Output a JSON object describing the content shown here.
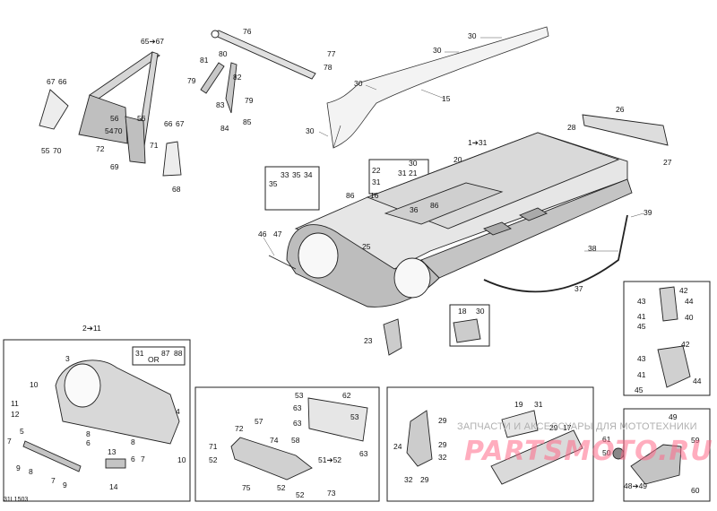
{
  "diagram": {
    "code": "31L1503",
    "watermark_text": "ЗАПЧАСТИ И АКСЕССУАРЫ ДЛЯ МОТОТЕХНИКИ",
    "watermark_site": "PARTSMOTO.RU",
    "callouts": {
      "c_65_67": "65➔67",
      "c_67a": "67",
      "c_66a": "66",
      "c_56a": "56",
      "c_54": "54",
      "c_70a": "70",
      "c_56b": "56",
      "c_66b": "66",
      "c_67b": "67",
      "c_55": "55",
      "c_70b": "70",
      "c_72a": "72",
      "c_71a": "71",
      "c_69": "69",
      "c_68": "68",
      "c_76": "76",
      "c_81": "81",
      "c_80": "80",
      "c_79a": "79",
      "c_82": "82",
      "c_83": "83",
      "c_79b": "79",
      "c_84": "84",
      "c_85": "85",
      "c_77": "77",
      "c_78": "78",
      "c_30a": "30",
      "c_30b": "30",
      "c_30c": "30",
      "c_30d": "30",
      "c_15": "15",
      "c_26": "26",
      "c_28": "28",
      "c_27": "27",
      "c_1_31": "1➔31",
      "c_20": "20",
      "c_33": "33",
      "c_35a": "35",
      "c_34": "34",
      "c_35b": "35",
      "c_31a": "31",
      "c_22": "22",
      "c_31b": "31",
      "c_30e": "30",
      "c_21": "21",
      "c_86a": "86",
      "c_16": "16",
      "c_36": "36",
      "c_86b": "86",
      "c_25": "25",
      "c_46": "46",
      "c_47": "47",
      "c_39": "39",
      "c_38": "38",
      "c_37": "37",
      "c_18": "18",
      "c_30f": "30",
      "c_23": "23",
      "c_43a": "43",
      "c_42a": "42",
      "c_44a": "44",
      "c_41a": "41",
      "c_40": "40",
      "c_45a": "45",
      "c_42b": "42",
      "c_43b": "43",
      "c_41b": "41",
      "c_44b": "44",
      "c_45b": "45",
      "c_2_11": "2➔11",
      "c_31c": "31",
      "c_or": "OR",
      "c_87": "87",
      "c_88": "88",
      "c_3": "3",
      "c_10a": "10",
      "c_11": "11",
      "c_12": "12",
      "c_4": "4",
      "c_5": "5",
      "c_7a": "7",
      "c_9a": "9",
      "c_8a": "8",
      "c_6a": "6",
      "c_8b": "8",
      "c_6b": "6",
      "c_7b": "7",
      "c_10b": "10",
      "c_13": "13",
      "c_14": "14",
      "c_7c": "7",
      "c_9b": "9",
      "c_8c": "8",
      "c_53a": "53",
      "c_62": "62",
      "c_63a": "63",
      "c_53b": "53",
      "c_63b": "63",
      "c_63c": "63",
      "c_72b": "72",
      "c_57": "57",
      "c_71b": "71",
      "c_74": "74",
      "c_58": "58",
      "c_52a": "52",
      "c_51_52": "51➔52",
      "c_75": "75",
      "c_52b": "52",
      "c_52c": "52",
      "c_73": "73",
      "c_19": "19",
      "c_31d": "31",
      "c_29a": "29",
      "c_24": "24",
      "c_29b": "29",
      "c_17": "17",
      "c_29c": "29",
      "c_32a": "32",
      "c_32b": "32",
      "c_29d": "29",
      "c_49": "49",
      "c_59": "59",
      "c_61": "61",
      "c_50": "50",
      "c_48_49": "48➔49",
      "c_60": "60"
    }
  }
}
